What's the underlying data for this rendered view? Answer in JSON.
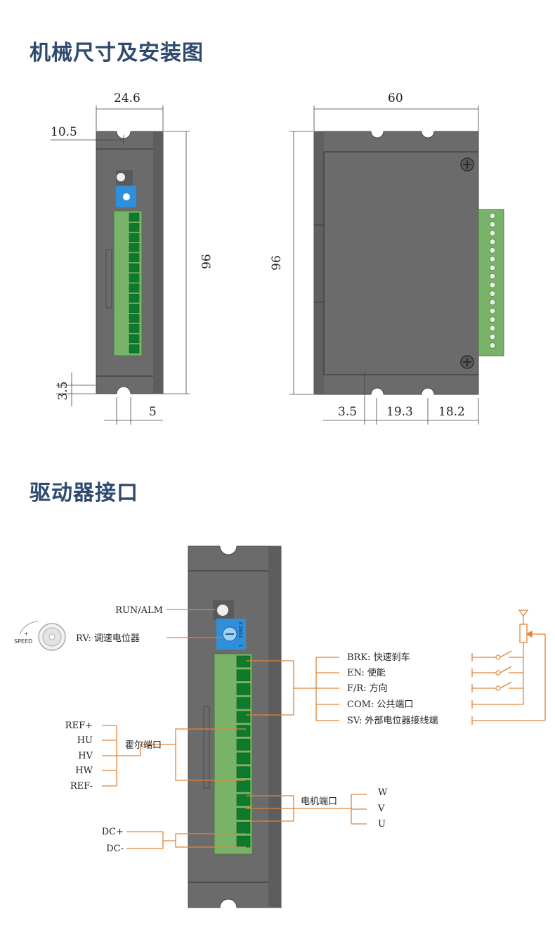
{
  "sections": {
    "mechanical_title": "机械尺寸及安装图",
    "interface_title": "驱动器接口"
  },
  "dimensions": {
    "side_width": "24.6",
    "side_offset": "10.5",
    "side_height": "96",
    "side_hole_edge": "3.5",
    "side_slot_width": "5",
    "front_width": "60",
    "front_height": "96",
    "front_edge": "3.5",
    "front_slot_gap": "19.3",
    "front_right_gap": "18.2"
  },
  "interface": {
    "run_alm": "RUN/ALM",
    "rv": "RV: 调速电位器",
    "speed_knob_label": "SPEED",
    "speed_knob_plus": "+",
    "pot_marking": "3362",
    "pot_marking_pin": "1",
    "pot_marking_pin_right": "3",
    "hall_group": "霍尔端口",
    "hall_pins": [
      "REF+",
      "HU",
      "HV",
      "HW",
      "REF-"
    ],
    "control_pins": [
      "BRK: 快速刹车",
      "EN: 使能",
      "F/R: 方向",
      "COM: 公共端口",
      "SV: 外部电位器接线端"
    ],
    "motor_group": "电机端口",
    "motor_pins": [
      "W",
      "V",
      "U"
    ],
    "power_pins": [
      "DC+",
      "DC-"
    ]
  },
  "colors": {
    "title": "#2e4a6e",
    "housing": "#6b6b6b",
    "terminal": "#79b36a",
    "terminal_dark": "#0e7a2c",
    "potentiometer": "#2f8fdb",
    "leader": "#e0843a"
  }
}
